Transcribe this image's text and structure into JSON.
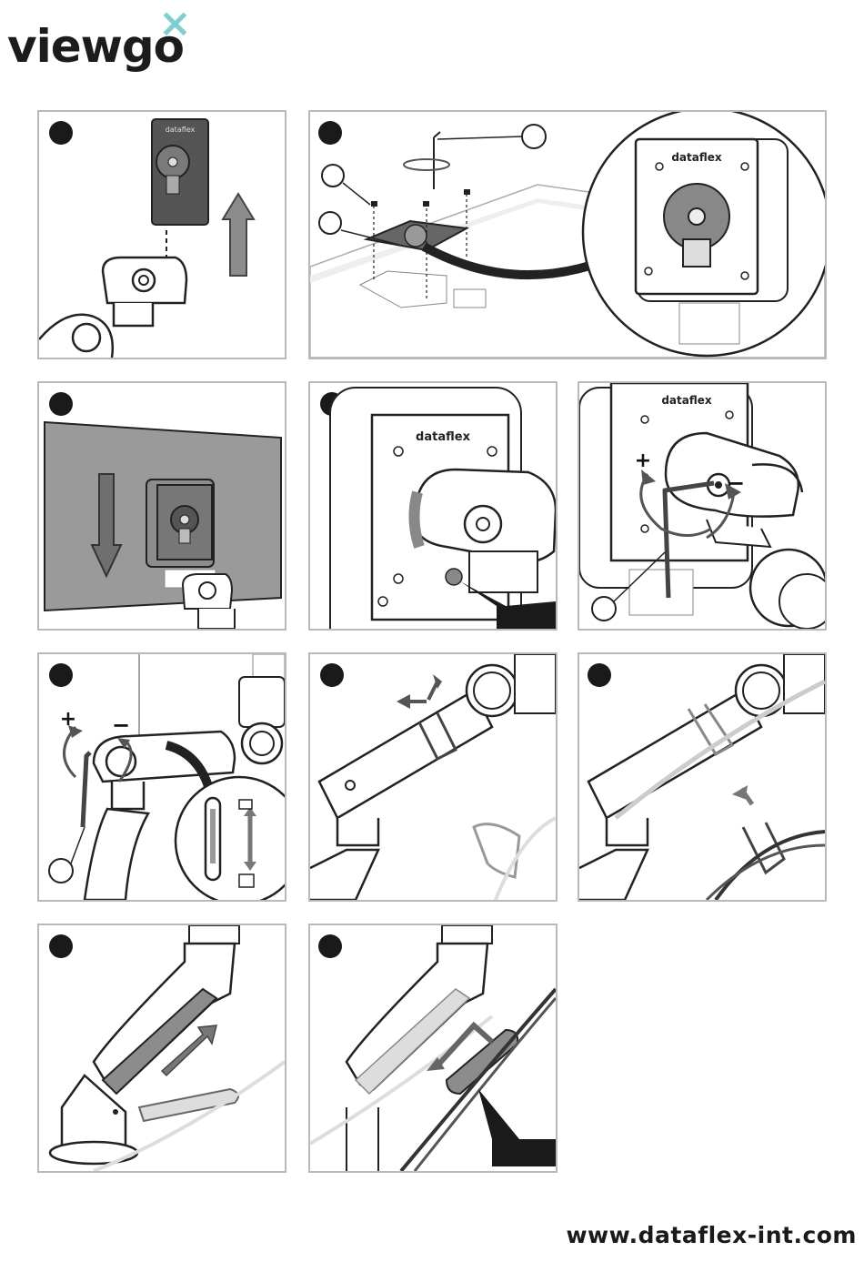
{
  "header": {
    "logo_text": "viewgo",
    "logo_mark": "×",
    "brand_color": "#7fcfcf"
  },
  "plate_label": "dataflex",
  "adjust_plus": "+",
  "adjust_minus": "−",
  "footer": {
    "url": "www.dataflex-int.com"
  },
  "colors": {
    "panel_border": "#b9b9b9",
    "gray_fill": "#8c8c8c",
    "monitor_gray": "#9a9a9a",
    "dark": "#1a1a1a"
  }
}
